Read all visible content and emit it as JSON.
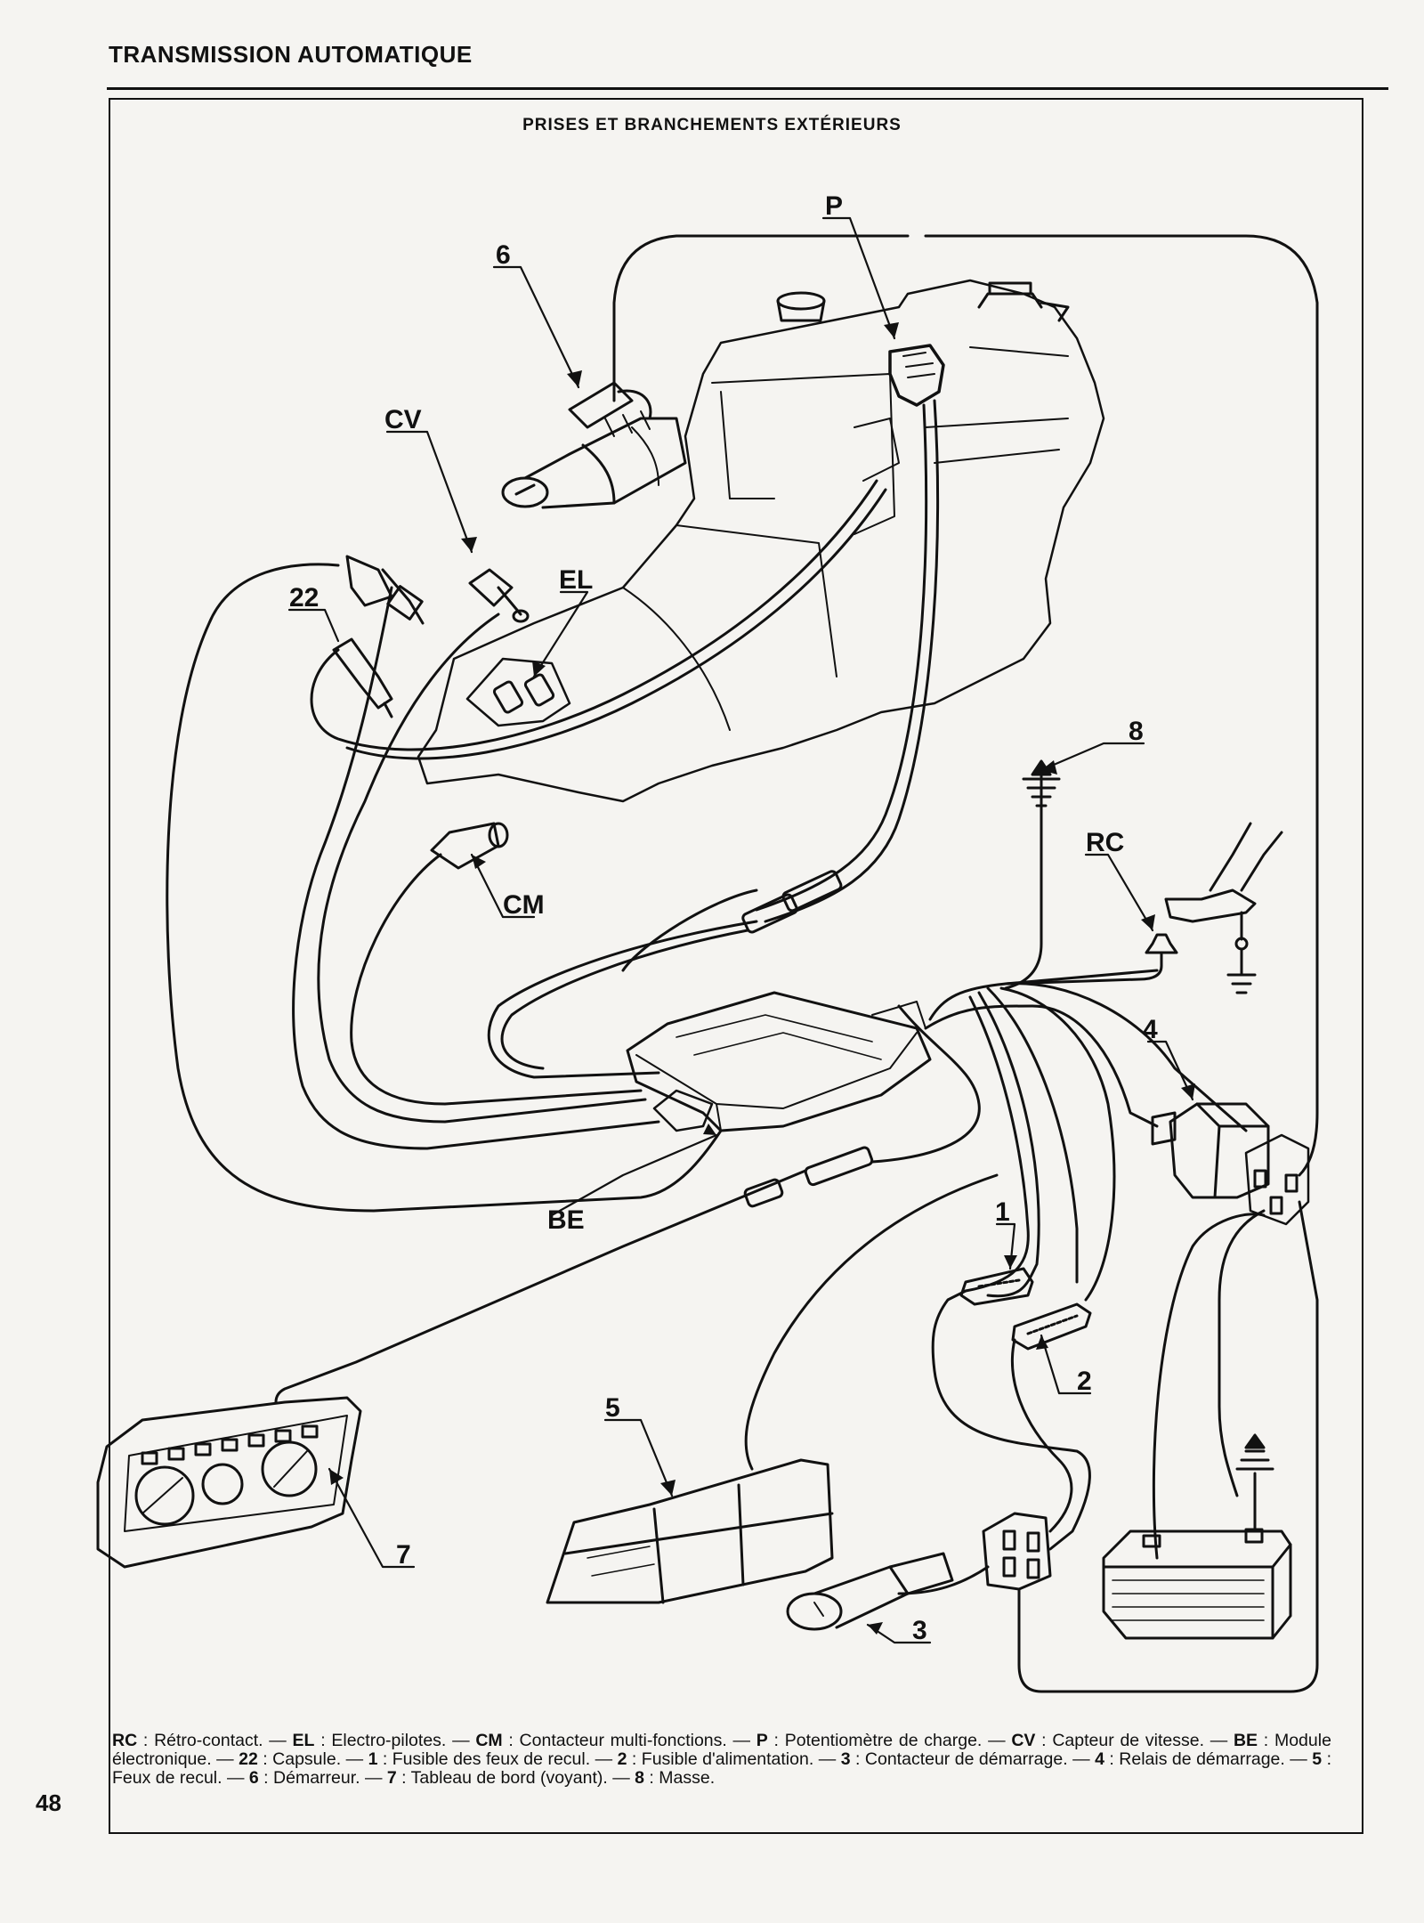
{
  "header": {
    "title": "TRANSMISSION AUTOMATIQUE"
  },
  "diagram": {
    "title": "PRISES ET BRANCHEMENTS EXTÉRIEURS",
    "callouts": {
      "P": "P",
      "six": "6",
      "CV": "CV",
      "EL": "EL",
      "twentytwo": "22",
      "CM": "CM",
      "eight": "8",
      "RC": "RC",
      "four": "4",
      "BE": "BE",
      "one": "1",
      "two": "2",
      "five": "5",
      "three": "3",
      "seven": "7"
    }
  },
  "legend": [
    {
      "code": "RC",
      "text": "Rétro-contact."
    },
    {
      "code": "EL",
      "text": "Electro-pilotes."
    },
    {
      "code": "CM",
      "text": "Contacteur multi-fonctions."
    },
    {
      "code": "P",
      "text": "Potentiomètre de charge."
    },
    {
      "code": "CV",
      "text": "Capteur de vitesse."
    },
    {
      "code": "BE",
      "text": "Module électronique."
    },
    {
      "code": "22",
      "text": "Capsule."
    },
    {
      "code": "1",
      "text": "Fusible des feux de recul."
    },
    {
      "code": "2",
      "text": "Fusible d'alimentation."
    },
    {
      "code": "3",
      "text": "Contacteur de démarrage."
    },
    {
      "code": "4",
      "text": "Relais de démarrage."
    },
    {
      "code": "5",
      "text": "Feux de recul."
    },
    {
      "code": "6",
      "text": "Démarreur."
    },
    {
      "code": "7",
      "text": "Tableau de bord (voyant)."
    },
    {
      "code": "8",
      "text": "Masse."
    }
  ],
  "page": {
    "number": "48"
  }
}
